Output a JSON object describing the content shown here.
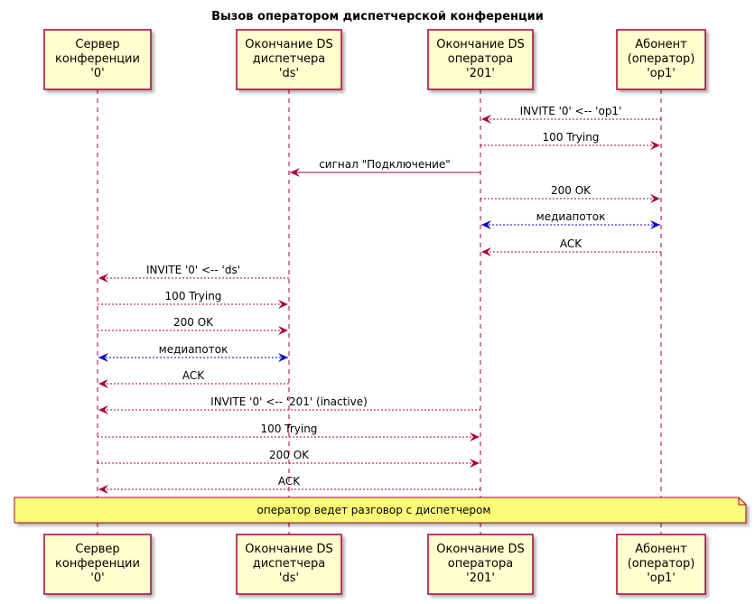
{
  "title": "Вызов оператором диспетчерской конференции",
  "colors": {
    "participant_fill": "#FEFECE",
    "participant_border": "#A80036",
    "arrow": "#A80036",
    "media_arrow": "#0000CC",
    "media_text": "#0000CC",
    "lifeline": "#A80036",
    "note_fill": "#FBFB77",
    "note_border": "#A80036"
  },
  "participants": [
    {
      "id": "conf",
      "lines": [
        "Сервер",
        "конференции",
        "'0'"
      ]
    },
    {
      "id": "ds",
      "lines": [
        "Окончание DS",
        "диспетчера",
        "'ds'"
      ]
    },
    {
      "id": "op201",
      "lines": [
        "Окончание DS",
        "оператора",
        "'201'"
      ]
    },
    {
      "id": "op1",
      "lines": [
        "Абонент",
        "(оператор)",
        "'op1'"
      ]
    }
  ],
  "messages": [
    {
      "from": "op1",
      "to": "op201",
      "label": "INVITE '0' <-- 'op1'",
      "style": "dashed",
      "type": "normal"
    },
    {
      "from": "op201",
      "to": "op1",
      "label": "100 Trying",
      "style": "dashed",
      "type": "normal"
    },
    {
      "from": "op201",
      "to": "ds",
      "label": "сигнал \"Подключение\"",
      "style": "solid",
      "type": "normal"
    },
    {
      "from": "op201",
      "to": "op1",
      "label": "200 OK",
      "style": "dashed",
      "type": "normal"
    },
    {
      "from": "op201",
      "to": "op1",
      "label": "медиапоток",
      "style": "dashed",
      "type": "media"
    },
    {
      "from": "op1",
      "to": "op201",
      "label": "ACK",
      "style": "dashed",
      "type": "normal"
    },
    {
      "from": "ds",
      "to": "conf",
      "label": "INVITE '0' <-- 'ds'",
      "style": "dashed",
      "type": "normal"
    },
    {
      "from": "conf",
      "to": "ds",
      "label": "100 Trying",
      "style": "dashed",
      "type": "normal"
    },
    {
      "from": "conf",
      "to": "ds",
      "label": "200 OK",
      "style": "dashed",
      "type": "normal"
    },
    {
      "from": "conf",
      "to": "ds",
      "label": "медиапоток",
      "style": "dashed",
      "type": "media"
    },
    {
      "from": "ds",
      "to": "conf",
      "label": "ACK",
      "style": "dashed",
      "type": "normal"
    },
    {
      "from": "op201",
      "to": "conf",
      "label": "INVITE '0' <-- '201' (inactive)",
      "style": "dashed",
      "type": "normal"
    },
    {
      "from": "conf",
      "to": "op201",
      "label": "100 Trying",
      "style": "dashed",
      "type": "normal"
    },
    {
      "from": "conf",
      "to": "op201",
      "label": "200 OK",
      "style": "dashed",
      "type": "normal"
    },
    {
      "from": "op201",
      "to": "conf",
      "label": "ACK",
      "style": "dashed",
      "type": "normal"
    }
  ],
  "note": {
    "text": "оператор ведет разговор с диспетчером"
  }
}
